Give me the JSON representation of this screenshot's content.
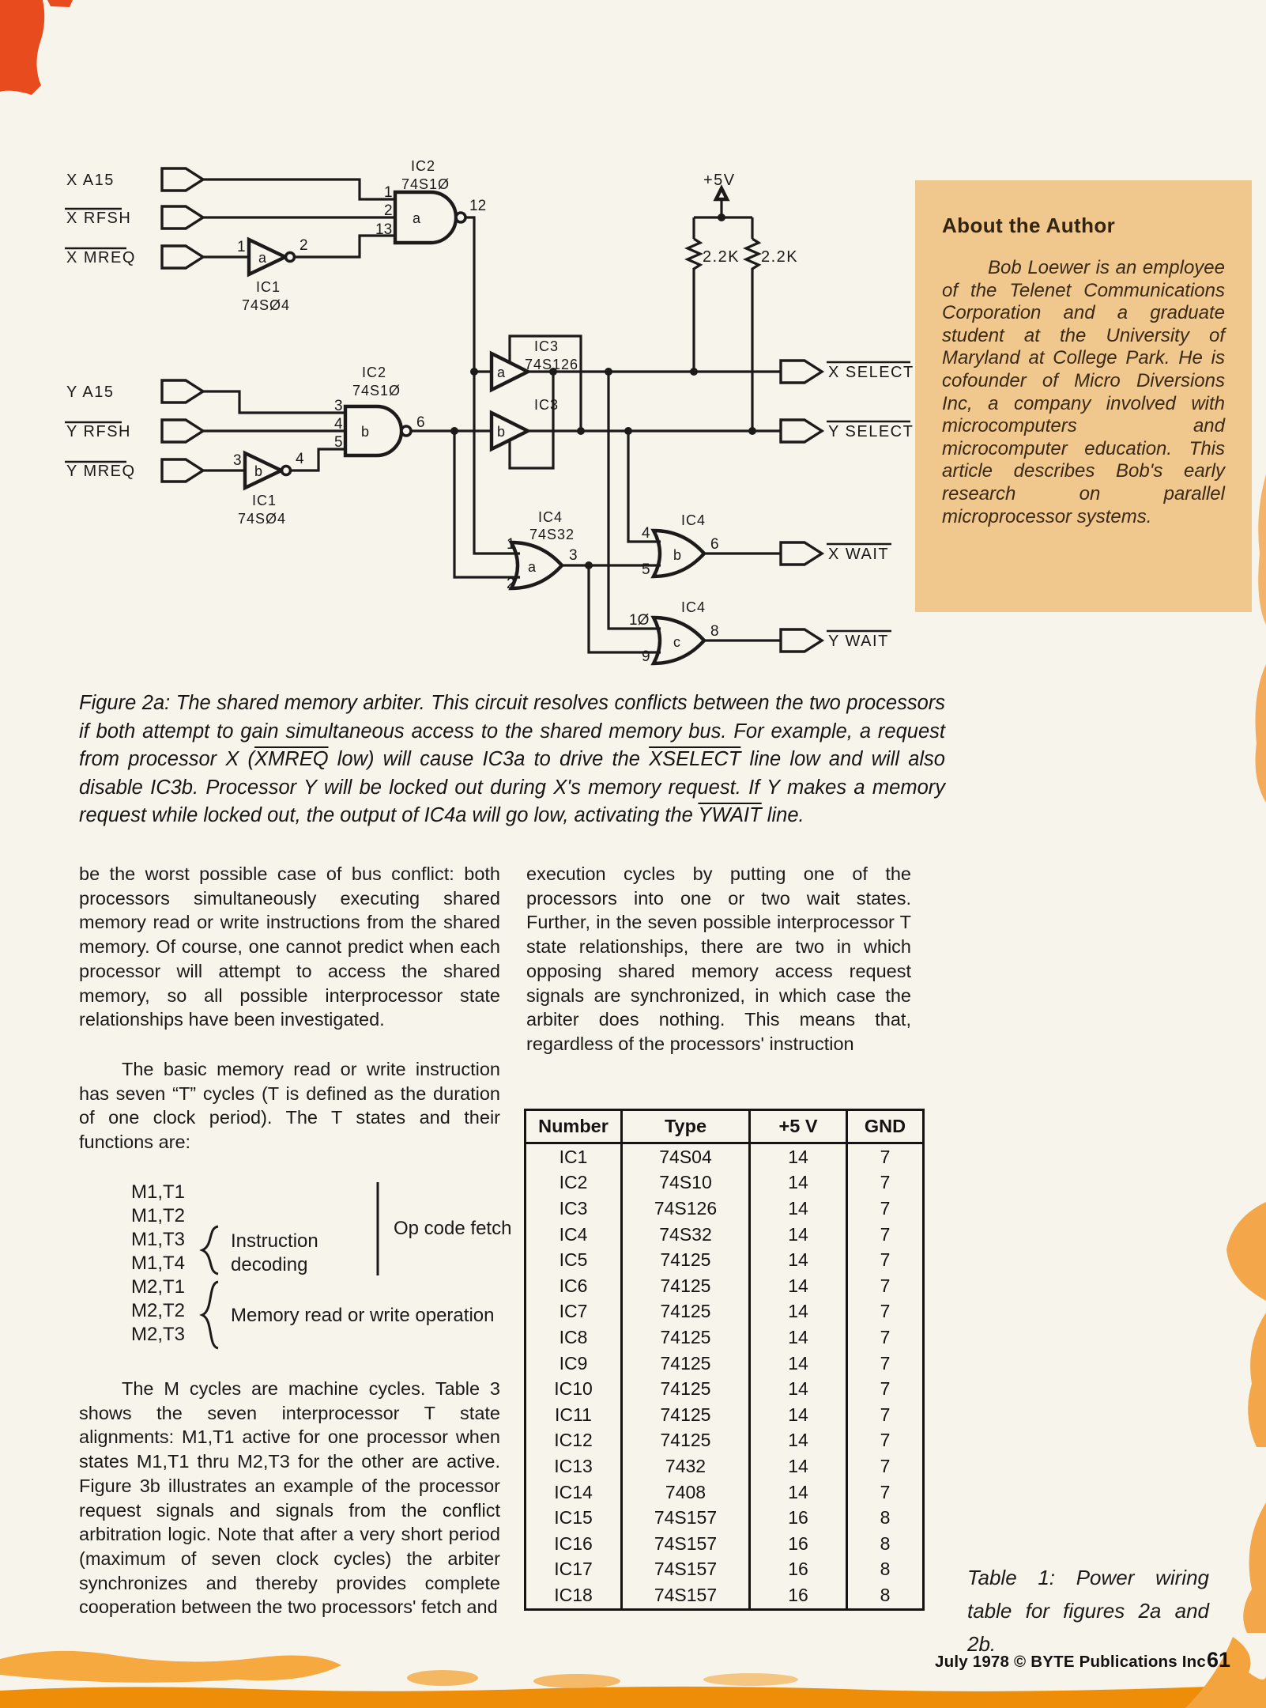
{
  "circuit": {
    "signals": {
      "x_a15": "X A15",
      "x_rfsh": "X RFSH",
      "x_mreq": "X MREQ",
      "y_a15": "Y A15",
      "y_rfsh": "Y RFSH",
      "y_mreq": "Y MREQ",
      "x_select": "X SELECT",
      "y_select": "Y SELECT",
      "x_wait": "X WAIT",
      "y_wait": "Y WAIT"
    },
    "power": {
      "v5": "+5V",
      "r1": "2.2K",
      "r2": "2.2K"
    },
    "ics": {
      "ic1": "IC1",
      "ic1_type": "74SØ4",
      "ic2": "IC2",
      "ic2_type": "74S1Ø",
      "ic3": "IC3",
      "ic3_type": "74S126",
      "ic4": "IC4",
      "ic4_type": "74S32"
    },
    "gate_letters": {
      "a": "a",
      "b": "b",
      "c": "c"
    },
    "pins": {
      "ic1a_in": "1",
      "ic1a_out": "2",
      "ic1b_in": "3",
      "ic1b_out": "4",
      "ic2a_1": "1",
      "ic2a_2": "2",
      "ic2a_3": "13",
      "ic2a_out": "12",
      "ic2b_1": "3",
      "ic2b_2": "4",
      "ic2b_3": "5",
      "ic2b_out": "6",
      "ic4a_1": "1",
      "ic4a_2": "2",
      "ic4a_out": "3",
      "ic4b_1": "4",
      "ic4b_2": "5",
      "ic4b_out": "6",
      "ic4c_1": "1Ø",
      "ic4c_2": "9",
      "ic4c_out": "8"
    }
  },
  "about_author": {
    "heading": "About the Author",
    "body": "Bob Loewer is an employee of the Telenet Communications Corporation and a graduate student at the University of Maryland at College Park. He is cofounder of Micro Diversions Inc, a company involved with microcomputers and microcomputer education. This article describes Bob's early research on parallel microprocessor systems."
  },
  "figure_caption": {
    "segments": [
      {
        "t": "Figure 2a: The shared memory arbiter. This circuit resolves conflicts between the two processors if both attempt to gain simultaneous access to the shared memory bus. For example, a request from processor X ("
      },
      {
        "t": "XMREQ",
        "ol": true
      },
      {
        "t": " low) will cause IC3a to drive the "
      },
      {
        "t": "XSELECT",
        "ol": true
      },
      {
        "t": " line low and will also disable IC3b. Processor Y will be locked out during X's memory request. If Y makes a memory request while locked out, the output of IC4a will go low, activating the "
      },
      {
        "t": "YWAIT",
        "ol": true
      },
      {
        "t": " line."
      }
    ]
  },
  "body": {
    "left": {
      "p1": "be the worst possible case of bus conflict: both processors simultaneously executing shared memory read or write instructions from the shared memory. Of course, one cannot predict when each processor will attempt to access the shared memory, so all possible interprocessor state relationships have been investigated.",
      "p2": "The basic memory read or write instruction has seven “T” cycles (T is defined as the duration of one clock period). The T states and their functions are:",
      "p3": "The M cycles are machine cycles. Table 3 shows the seven interprocessor T state alignments: M1,T1 active for one processor when states M1,T1 thru M2,T3 for the other are active. Figure 3b illustrates an example of the processor request signals and signals from the conflict arbitration logic. Note that after a very short period (maximum of seven clock cycles) the arbiter synchronizes and thereby provides complete cooperation between the two processors' fetch and"
    },
    "right": {
      "p1": "execution cycles by putting one of the processors into one or two wait states. Further, in the seven possible interprocessor T state relationships, there are two in which opposing shared memory access request signals are synchronized, in which case the arbiter does nothing. This means that, regardless of the processors' instruction"
    }
  },
  "t_states": {
    "states": [
      "M1,T1",
      "M1,T2",
      "M1,T3",
      "M1,T4",
      "M2,T1",
      "M2,T2",
      "M2,T3"
    ],
    "instruction_decoding_line1": "Instruction",
    "instruction_decoding_line2": "decoding",
    "op_code_fetch": "Op code fetch",
    "memory_op": "Memory read or write operation"
  },
  "table": {
    "headers": [
      "Number",
      "Type",
      "+5 V",
      "GND"
    ],
    "rows": [
      [
        "IC1",
        "74S04",
        "14",
        "7"
      ],
      [
        "IC2",
        "74S10",
        "14",
        "7"
      ],
      [
        "IC3",
        "74S126",
        "14",
        "7"
      ],
      [
        "IC4",
        "74S32",
        "14",
        "7"
      ],
      [
        "IC5",
        "74125",
        "14",
        "7"
      ],
      [
        "IC6",
        "74125",
        "14",
        "7"
      ],
      [
        "IC7",
        "74125",
        "14",
        "7"
      ],
      [
        "IC8",
        "74125",
        "14",
        "7"
      ],
      [
        "IC9",
        "74125",
        "14",
        "7"
      ],
      [
        "IC10",
        "74125",
        "14",
        "7"
      ],
      [
        "IC11",
        "74125",
        "14",
        "7"
      ],
      [
        "IC12",
        "74125",
        "14",
        "7"
      ],
      [
        "IC13",
        "7432",
        "14",
        "7"
      ],
      [
        "IC14",
        "7408",
        "14",
        "7"
      ],
      [
        "IC15",
        "74S157",
        "16",
        "8"
      ],
      [
        "IC16",
        "74S157",
        "16",
        "8"
      ],
      [
        "IC17",
        "74S157",
        "16",
        "8"
      ],
      [
        "IC18",
        "74S157",
        "16",
        "8"
      ]
    ],
    "caption": "Table 1: Power wiring table for figures 2a and 2b."
  },
  "footer": {
    "credit": "July 1978 © BYTE Publications Inc",
    "page_number": "61"
  },
  "colors": {
    "accent_red": "#e74b1e",
    "accent_orange": "#ee8d07",
    "box_tan": "#f0c88d"
  }
}
